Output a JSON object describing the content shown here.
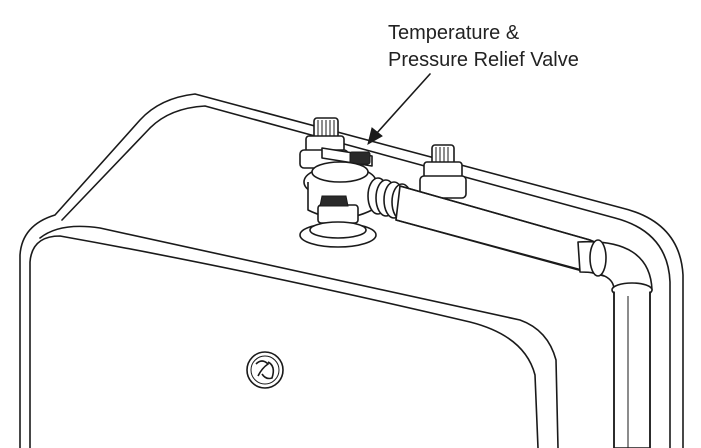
{
  "callout": {
    "line1": "Temperature &",
    "line2": "Pressure Relief Valve"
  },
  "icons": {
    "logo": "ge-monogram-logo"
  }
}
